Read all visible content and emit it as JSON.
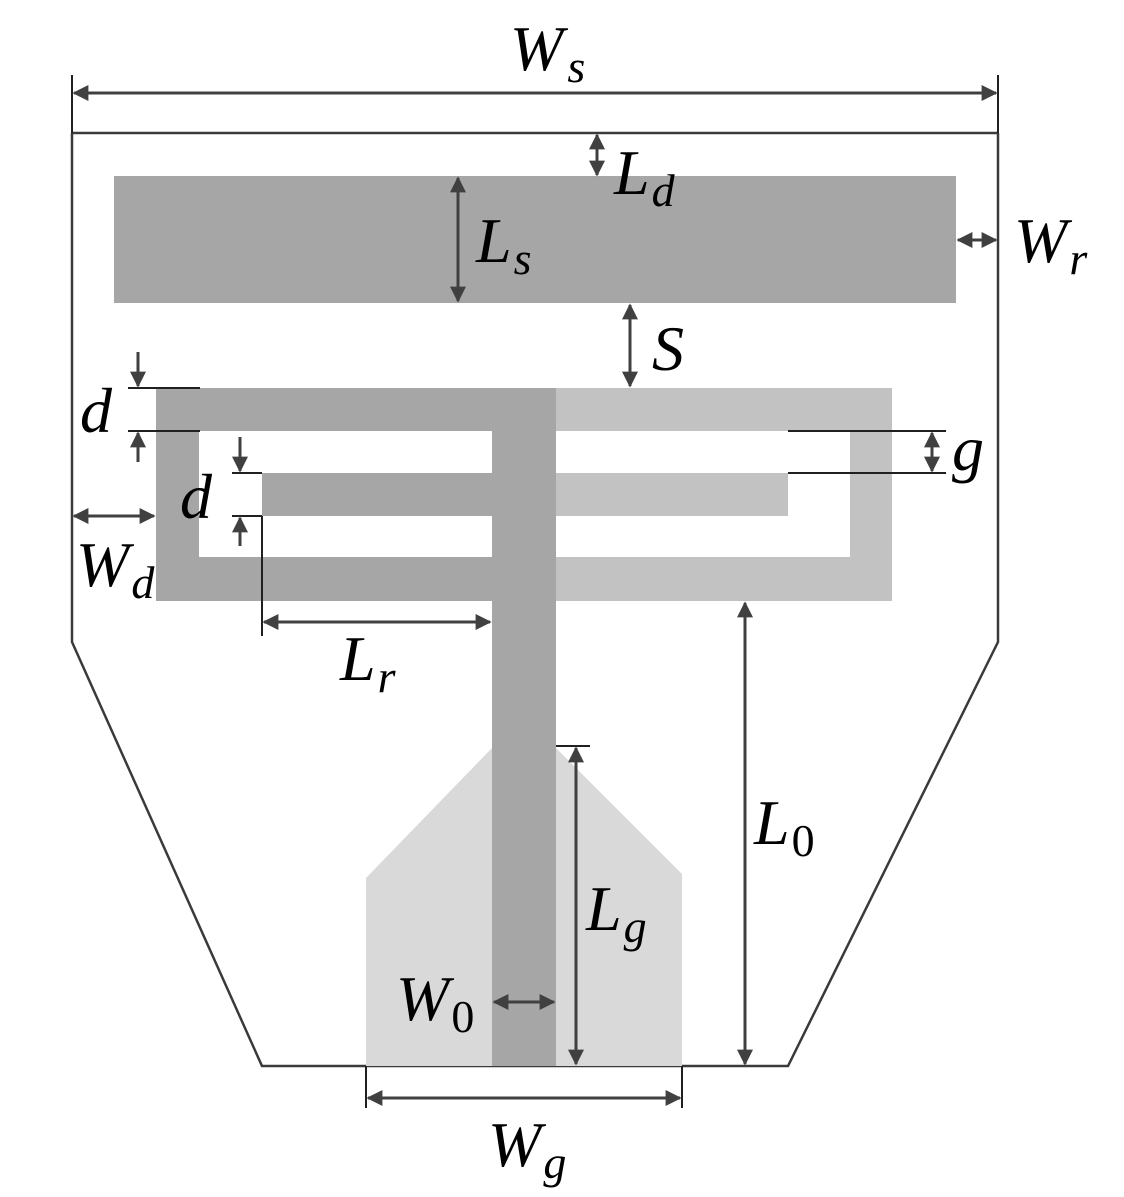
{
  "colors": {
    "outline": "#3a3a3a",
    "dark_metal": "#a6a6a6",
    "light_metal": "#c2c2c2",
    "ground": "#d9d9d9",
    "dimension": "#404040"
  },
  "labels": {
    "Ws": {
      "main": "W",
      "sub": "s"
    },
    "Ld": {
      "main": "L",
      "sub": "d"
    },
    "Ls": {
      "main": "L",
      "sub": "s"
    },
    "Wr": {
      "main": "W",
      "sub": "r"
    },
    "S": {
      "main": "S"
    },
    "d1": {
      "main": "d"
    },
    "d2": {
      "main": "d"
    },
    "g": {
      "main": "g"
    },
    "Wd": {
      "main": "W",
      "sub": "d"
    },
    "Lr": {
      "main": "L",
      "sub": "r"
    },
    "L0": {
      "main": "L",
      "sub": "0"
    },
    "Lg": {
      "main": "L",
      "sub": "g"
    },
    "W0": {
      "main": "W",
      "sub": "0"
    },
    "Wg": {
      "main": "W",
      "sub": "g"
    }
  }
}
